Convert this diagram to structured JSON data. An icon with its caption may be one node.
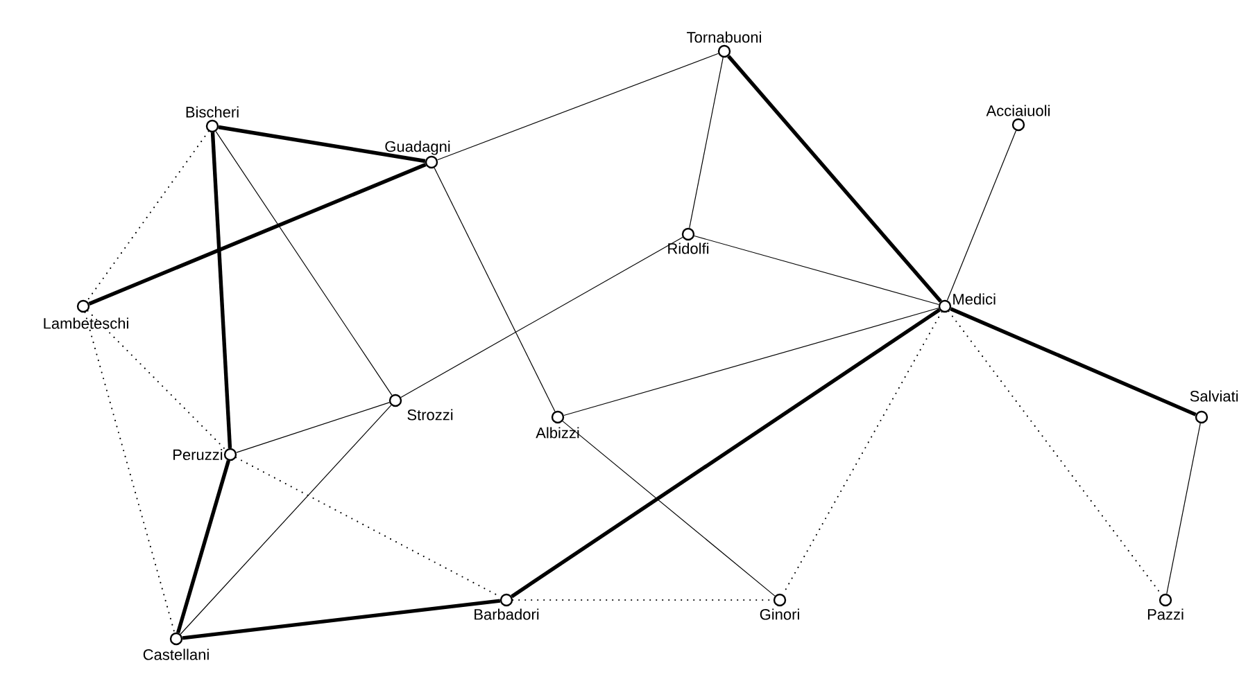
{
  "diagram": {
    "nodes": [
      {
        "text": [
          "Tornabuoni"
        ]
      },
      {
        "text": [
          "Acciaiuoli"
        ]
      },
      {
        "text": [
          "Bischeri"
        ]
      },
      {
        "text": [
          "Guadagni"
        ]
      },
      {
        "text": [
          "Ridolfi"
        ]
      },
      {
        "text": [
          "Lambeteschi"
        ]
      },
      {
        "text": [
          "Medici"
        ]
      },
      {
        "text": [
          "Strozzi"
        ]
      },
      {
        "text": [
          "Albizzi"
        ]
      },
      {
        "text": [
          "Salviati"
        ]
      },
      {
        "text": [
          "Peruzzi"
        ]
      },
      {
        "text": [
          "Castellani"
        ]
      },
      {
        "text": [
          "Barbadori"
        ]
      },
      {
        "text": [
          "Ginori"
        ]
      },
      {
        "text": [
          "Pazzi"
        ]
      }
    ],
    "edges": [
      {
        "from": 0,
        "to": 3,
        "arrow": "none"
      },
      {
        "from": 0,
        "to": 4,
        "arrow": "none"
      },
      {
        "from": 0,
        "to": 6,
        "arrow": "none",
        "style": "thick"
      },
      {
        "from": 1,
        "to": 6,
        "arrow": "none"
      },
      {
        "from": 2,
        "to": 3,
        "arrow": "none",
        "style": "thick"
      },
      {
        "from": 2,
        "to": 10,
        "arrow": "none",
        "style": "thick"
      },
      {
        "from": 2,
        "to": 7,
        "arrow": "none"
      },
      {
        "from": 2,
        "to": 5,
        "arrow": "none",
        "style": "dashed"
      },
      {
        "from": 3,
        "to": 5,
        "arrow": "none",
        "style": "thick"
      },
      {
        "from": 3,
        "to": 8,
        "arrow": "none"
      },
      {
        "from": 4,
        "to": 7,
        "arrow": "none"
      },
      {
        "from": 4,
        "to": 6,
        "arrow": "none"
      },
      {
        "from": 6,
        "to": 8,
        "arrow": "none"
      },
      {
        "from": 6,
        "to": 12,
        "arrow": "none",
        "style": "thick"
      },
      {
        "from": 6,
        "to": 9,
        "arrow": "none",
        "style": "thick"
      },
      {
        "from": 6,
        "to": 13,
        "arrow": "none",
        "style": "dashed"
      },
      {
        "from": 6,
        "to": 14,
        "arrow": "none",
        "style": "dashed"
      },
      {
        "from": 9,
        "to": 14,
        "arrow": "none"
      },
      {
        "from": 5,
        "to": 11,
        "arrow": "none",
        "style": "dashed"
      },
      {
        "from": 5,
        "to": 10,
        "arrow": "none",
        "style": "dashed"
      },
      {
        "from": 10,
        "to": 12,
        "arrow": "none",
        "style": "dashed"
      },
      {
        "from": 10,
        "to": 7,
        "arrow": "none"
      },
      {
        "from": 10,
        "to": 11,
        "arrow": "none",
        "style": "thick"
      },
      {
        "from": 7,
        "to": 11,
        "arrow": "none"
      },
      {
        "from": 11,
        "to": 12,
        "arrow": "none",
        "style": "thick"
      },
      {
        "from": 12,
        "to": 13,
        "arrow": "none",
        "style": "dashed"
      },
      {
        "from": 8,
        "to": 13,
        "arrow": "none"
      }
    ]
  }
}
